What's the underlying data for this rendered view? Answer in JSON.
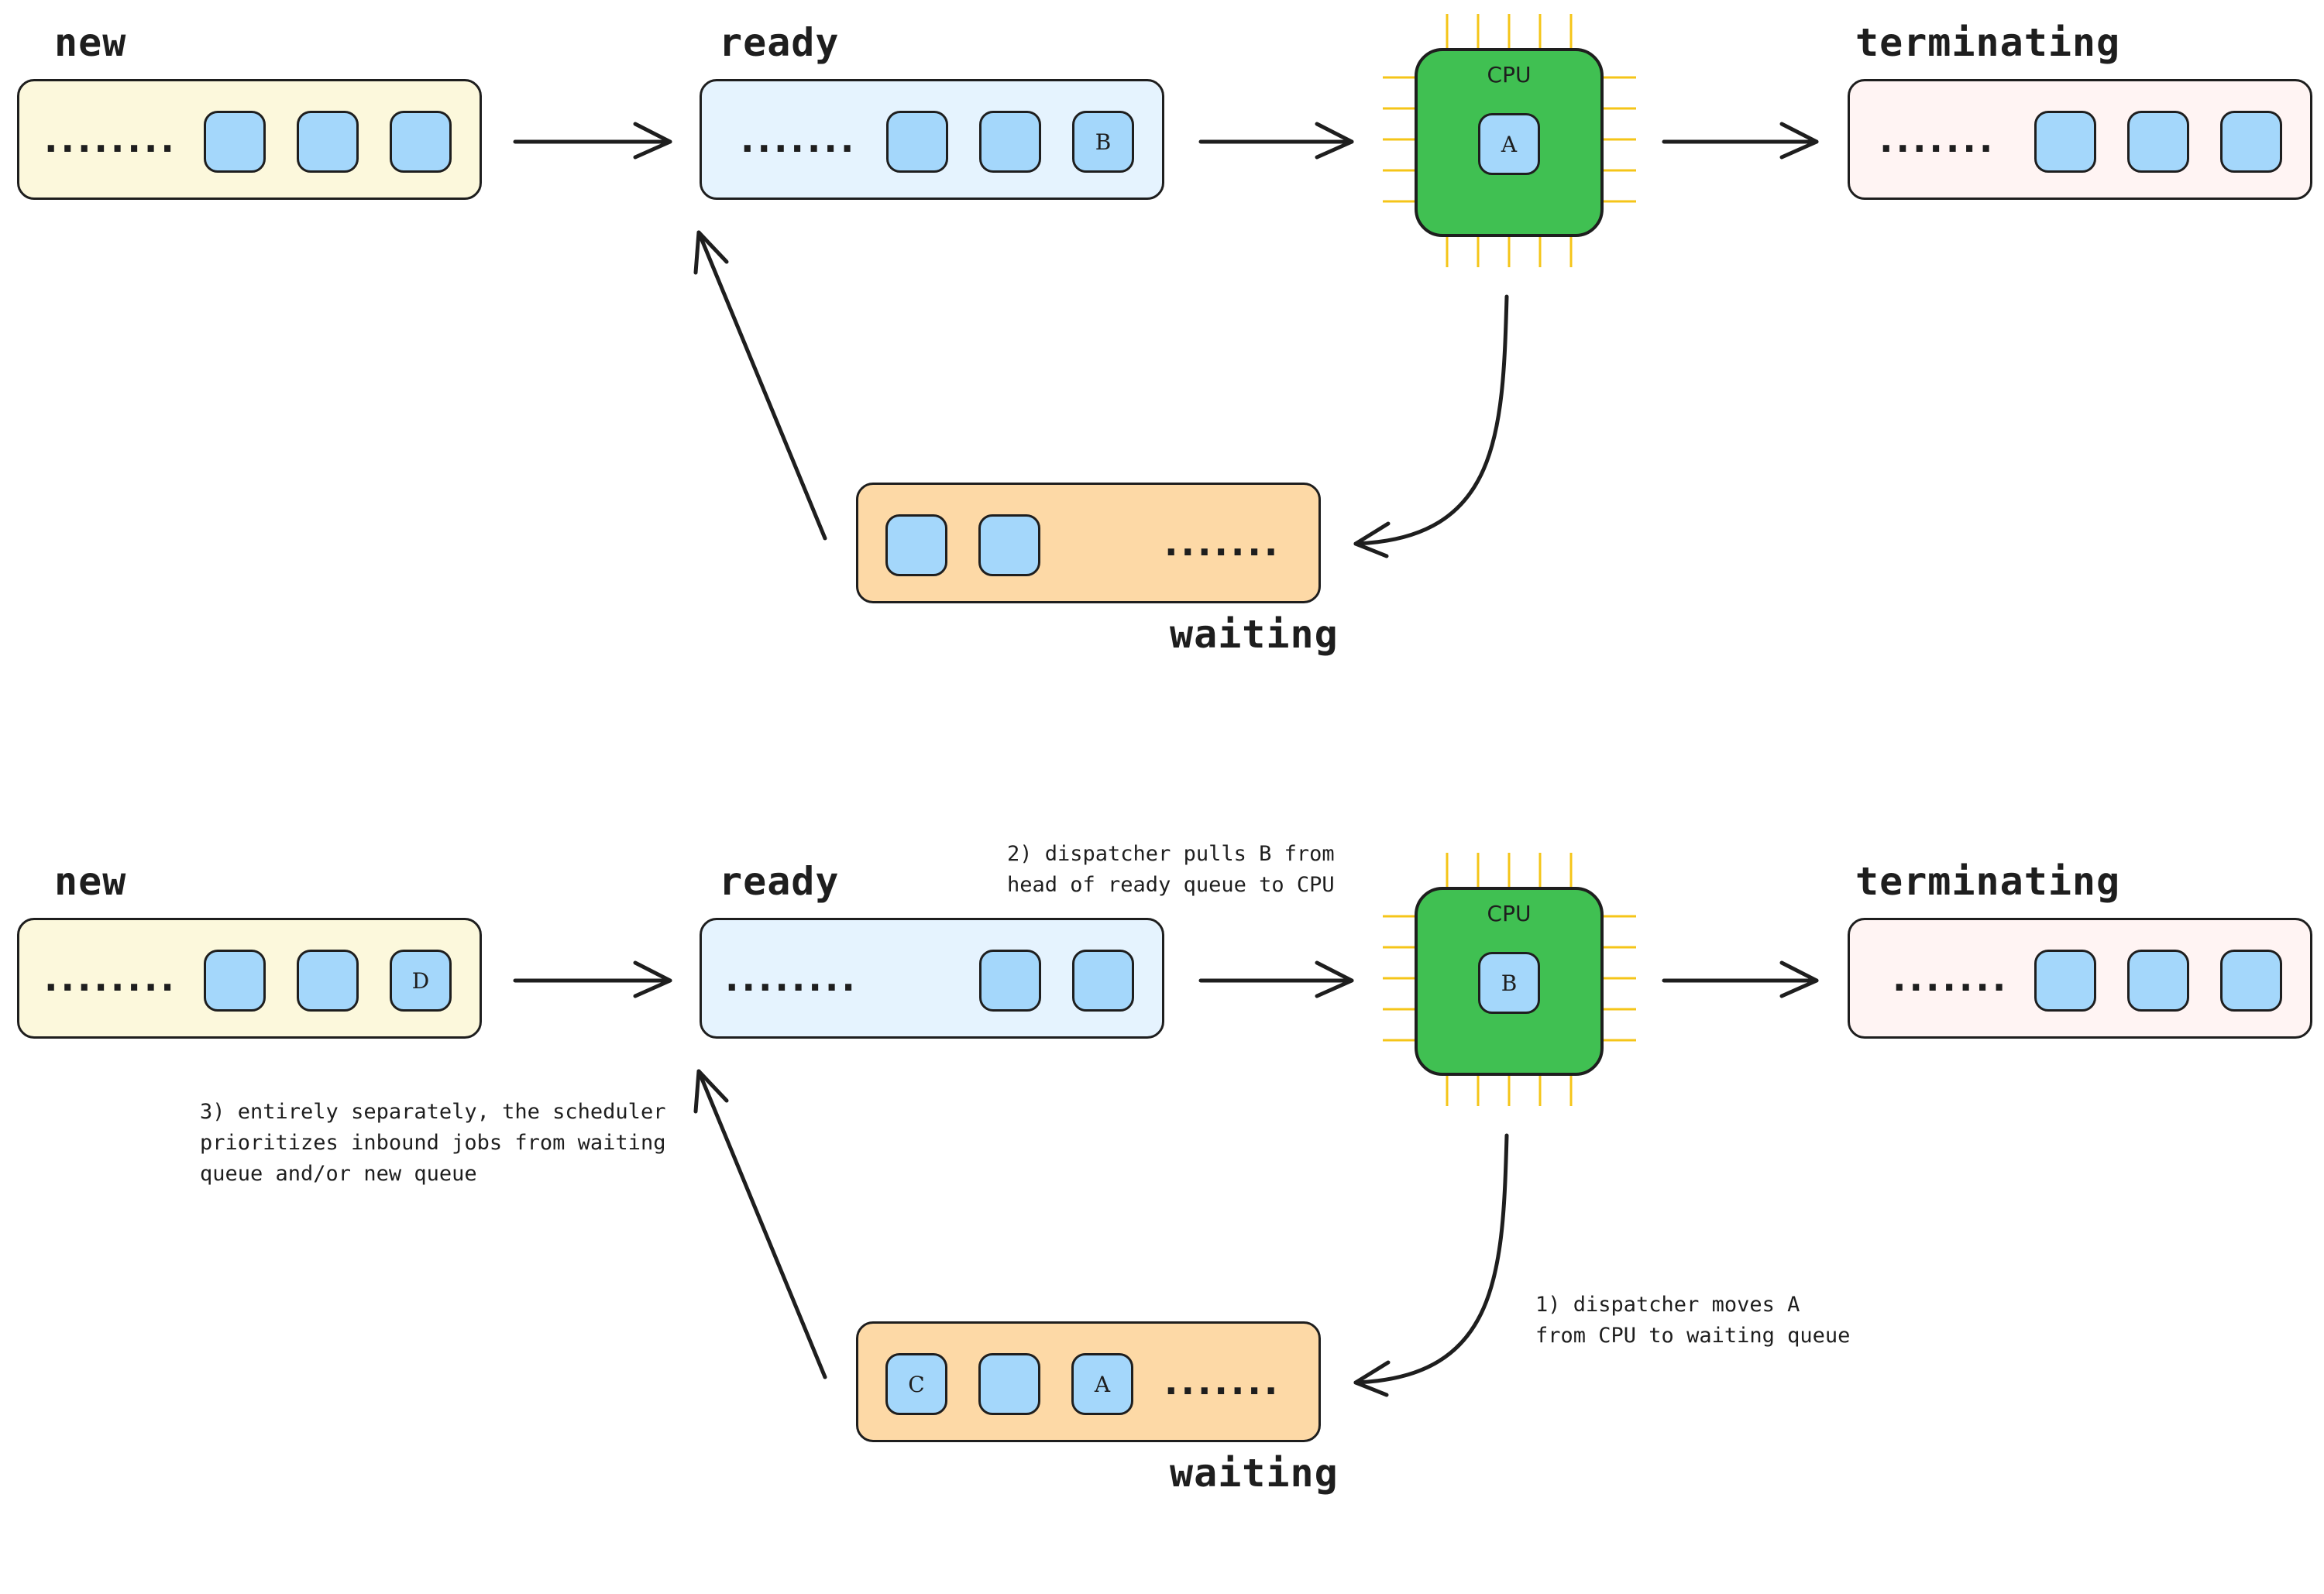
{
  "colors": {
    "new_queue": "#fcf8dc",
    "ready_queue": "#e5f3fe",
    "waiting_queue": "#fdd9a6",
    "terminating_queue": "#fff4f3",
    "job": "#a4d7fb",
    "cpu": "#40c052",
    "cpu_pins": "#f5c518",
    "stroke": "#1e1e1e"
  },
  "top": {
    "new": {
      "label": "new",
      "dots": "........",
      "jobs": [
        "",
        "",
        ""
      ]
    },
    "ready": {
      "label": "ready",
      "dots": ".......",
      "jobs": [
        "",
        "",
        "B"
      ]
    },
    "cpu": {
      "label": "CPU",
      "job": "A"
    },
    "terminating": {
      "label": "terminating",
      "dots": ".......",
      "jobs": [
        "",
        "",
        ""
      ]
    },
    "waiting": {
      "label": "waiting",
      "dots": ".......",
      "jobs": [
        "",
        ""
      ]
    }
  },
  "bottom": {
    "new": {
      "label": "new",
      "dots": "........",
      "jobs": [
        "",
        "",
        "D"
      ]
    },
    "ready": {
      "label": "ready",
      "dots": "........",
      "jobs": [
        "",
        ""
      ]
    },
    "cpu": {
      "label": "CPU",
      "job": "B"
    },
    "terminating": {
      "label": "terminating",
      "dots": ".......",
      "jobs": [
        "",
        "",
        ""
      ]
    },
    "waiting": {
      "label": "waiting",
      "dots": ".......",
      "jobs": [
        "C",
        "",
        "A"
      ]
    },
    "notes": {
      "dispatcher_pull": "2) dispatcher pulls B from\nhead of ready queue to CPU",
      "scheduler": "3) entirely separately, the scheduler\nprioritizes inbound jobs from waiting\nqueue and/or new queue",
      "dispatcher_move": "1) dispatcher moves A\nfrom CPU to waiting queue"
    }
  }
}
